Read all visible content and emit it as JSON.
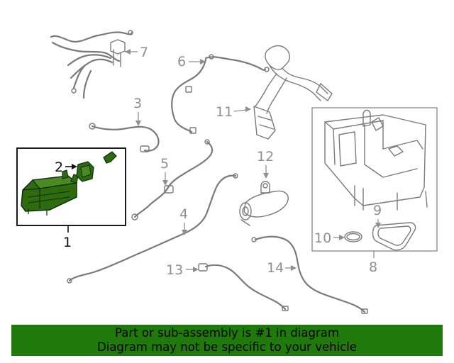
{
  "callouts": {
    "c1": "1",
    "c2": "2",
    "c3": "3",
    "c4": "4",
    "c5": "5",
    "c6": "6",
    "c7": "7",
    "c8": "8",
    "c9": "9",
    "c10": "10",
    "c11": "11",
    "c12": "12",
    "c13": "13",
    "c14": "14"
  },
  "colors": {
    "highlight_part": "#2e6b0f",
    "banner_bg": "#1f7a0b",
    "line_gray": "#7a7a7a"
  },
  "banner": {
    "line1": "Part or sub-assembly is #1 in diagram",
    "line2": "Diagram may not be specific to your vehicle"
  }
}
